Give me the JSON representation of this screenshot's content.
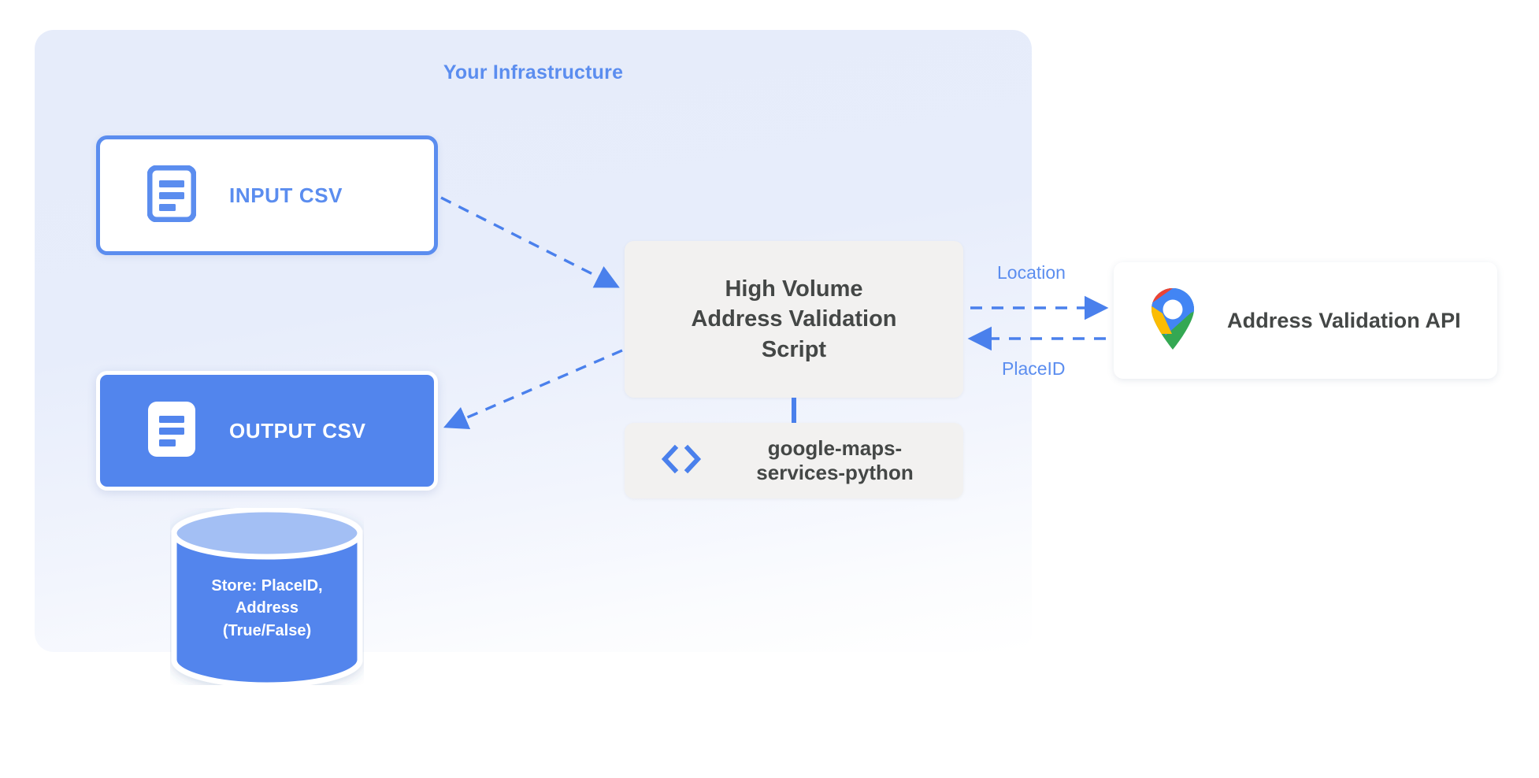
{
  "diagram": {
    "title": "Your Infrastructure",
    "accent_blue": "#5b8def",
    "fill_blue": "#5285ed",
    "box_gray": "#f2f1f0",
    "text_gray": "#444746",
    "panel_bg": "#e6ecfa"
  },
  "input_csv": {
    "label": "INPUT CSV",
    "icon": "document-icon"
  },
  "output_csv": {
    "label": "OUTPUT CSV",
    "icon": "document-icon"
  },
  "script": {
    "title": "High Volume Address Validation Script",
    "line1": "High Volume",
    "line2": "Address Validation",
    "line3": "Script"
  },
  "library": {
    "label": "google-maps-services-python",
    "line1": "google-maps-",
    "line2": "services-python",
    "icon": "code-brackets-icon"
  },
  "api": {
    "label": "Address Validation API",
    "icon": "google-maps-pin-icon"
  },
  "edges": {
    "location_label": "Location",
    "placeid_label": "PlaceID"
  },
  "database": {
    "line1": "Store: PlaceID,",
    "line2": "Address",
    "line3": "(True/False)",
    "full": "Store: PlaceID, Address (True/False)"
  }
}
